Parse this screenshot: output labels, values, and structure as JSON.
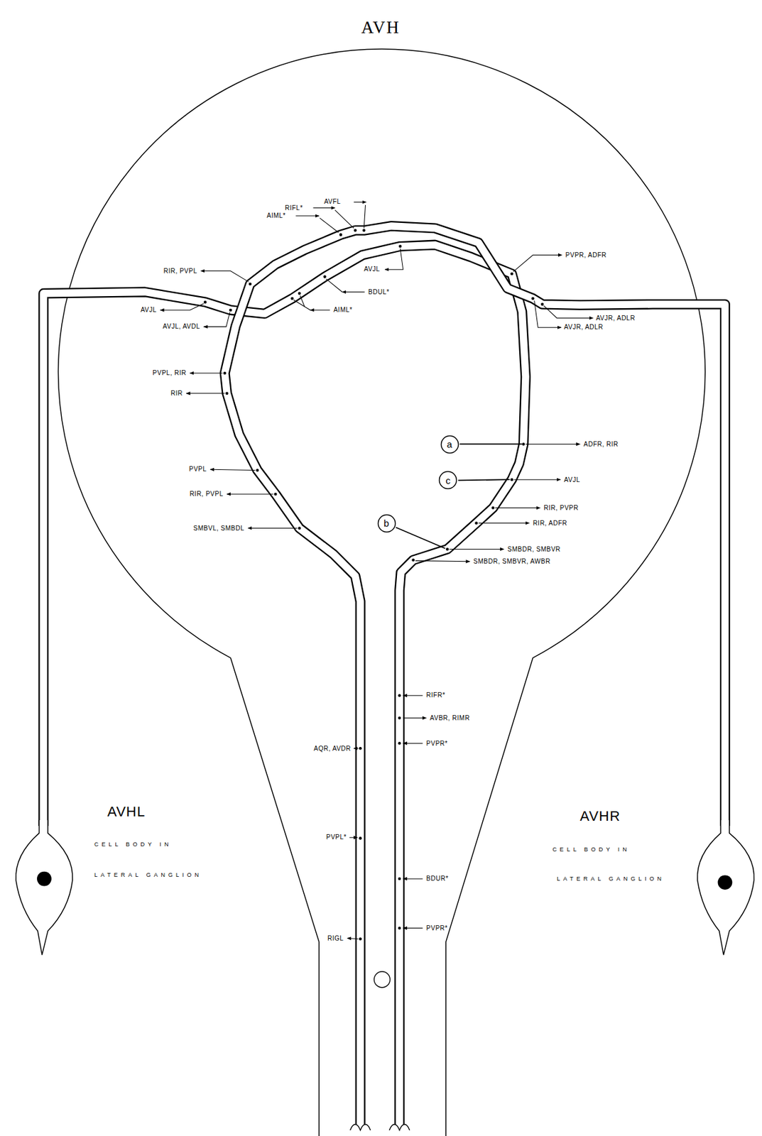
{
  "diagram": {
    "title": "AVH",
    "nodes": [
      {
        "text": [
          "a"
        ]
      },
      {
        "text": [
          "c"
        ]
      },
      {
        "text": [
          "b"
        ]
      }
    ],
    "labels": [
      "AVFL",
      "RIFL*",
      "AIML*",
      "AVJL",
      "PVPR, ADFR",
      "RIR, PVPL",
      "BDUL*",
      "AIML*",
      "AVJL",
      "AVJR, ADLR",
      "AVJL, AVDL",
      "AVJR, ADLR",
      "PVPL, RIR",
      "RIR",
      "ADFR, RIR",
      "PVPL",
      "AVJL",
      "RIR, PVPL",
      "RIR, PVPR",
      "RIR, ADFR",
      "SMBVL, SMBDL",
      "SMBDR, SMBVR",
      "SMBDR, SMBVR, AWBR",
      "RIFR*",
      "AVBR, RIMR",
      "PVPR*",
      "AQR, AVDR",
      "PVPL*",
      "BDUR*",
      "PVPR*",
      "RIGL",
      "AVHL",
      "CELL BODY IN",
      "LATERAL GANGLION",
      "AVHR",
      "CELL BODY IN",
      "LATERAL GANGLION"
    ]
  }
}
